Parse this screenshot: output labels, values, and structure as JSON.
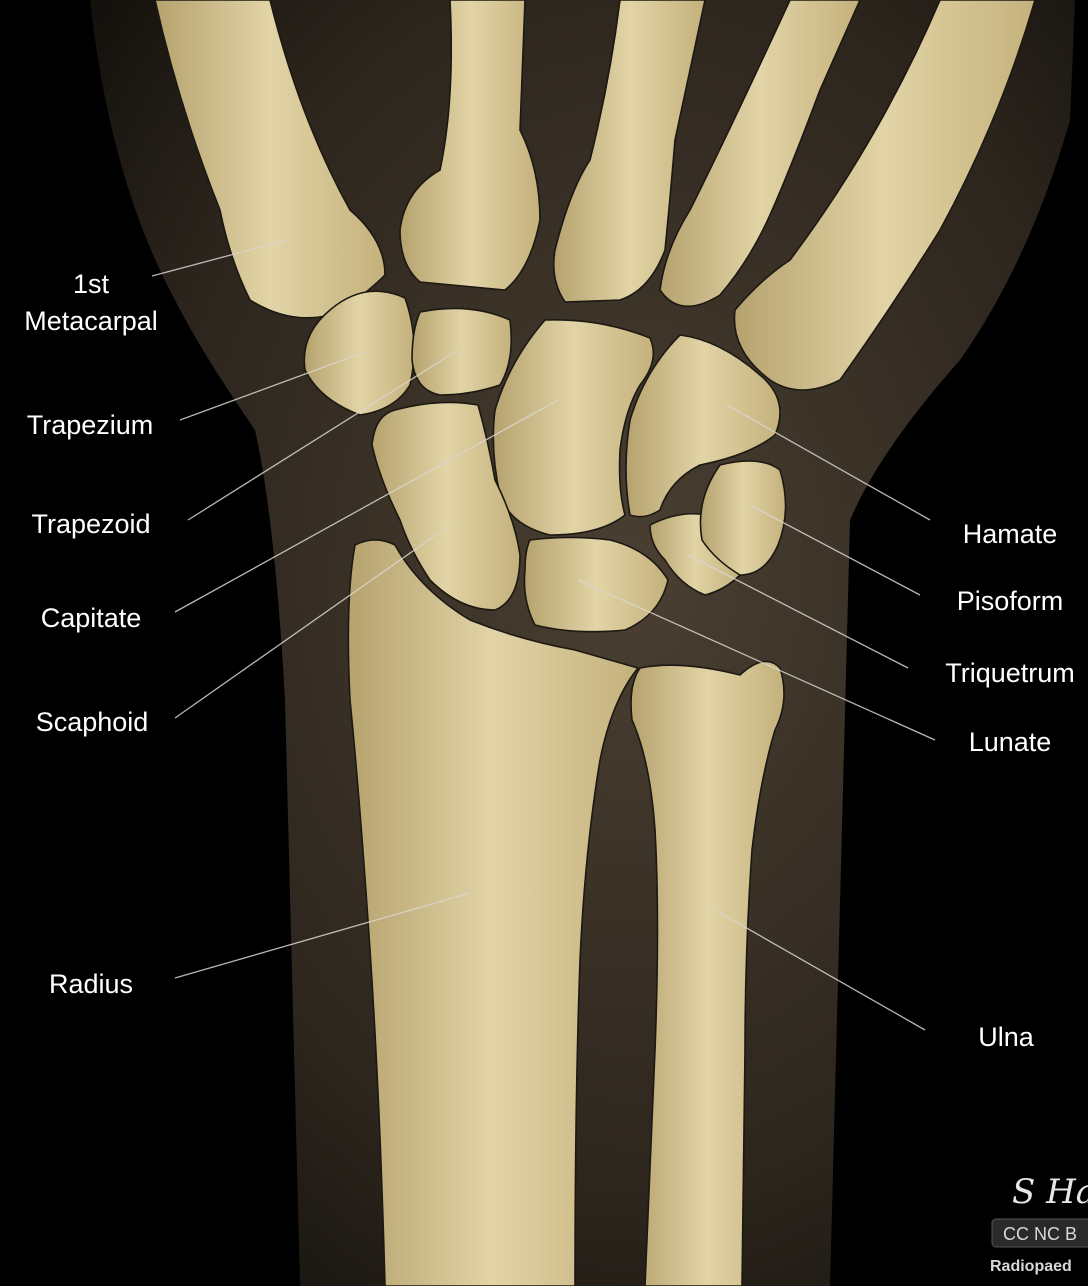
{
  "labels": {
    "first_metacarpal_line1": "1st",
    "first_metacarpal_line2": "Metacarpal",
    "trapezium": "Trapezium",
    "trapezoid": "Trapezoid",
    "capitate": "Capitate",
    "scaphoid": "Scaphoid",
    "radius": "Radius",
    "hamate": "Hamate",
    "pisoform": "Pisoform",
    "triquetrum": "Triquetrum",
    "lunate": "Lunate",
    "ulna": "Ulna"
  },
  "credit": {
    "signature": "S Ha",
    "license": "CC NC B",
    "source": "Radiopaed"
  },
  "colors": {
    "background": "#000000",
    "soft_tissue": "#3a3127",
    "bone_light": "#e2d4a6",
    "bone_dark": "#b5a26e",
    "leader_line": "#d9d6cf",
    "label_text": "#ffffff"
  }
}
